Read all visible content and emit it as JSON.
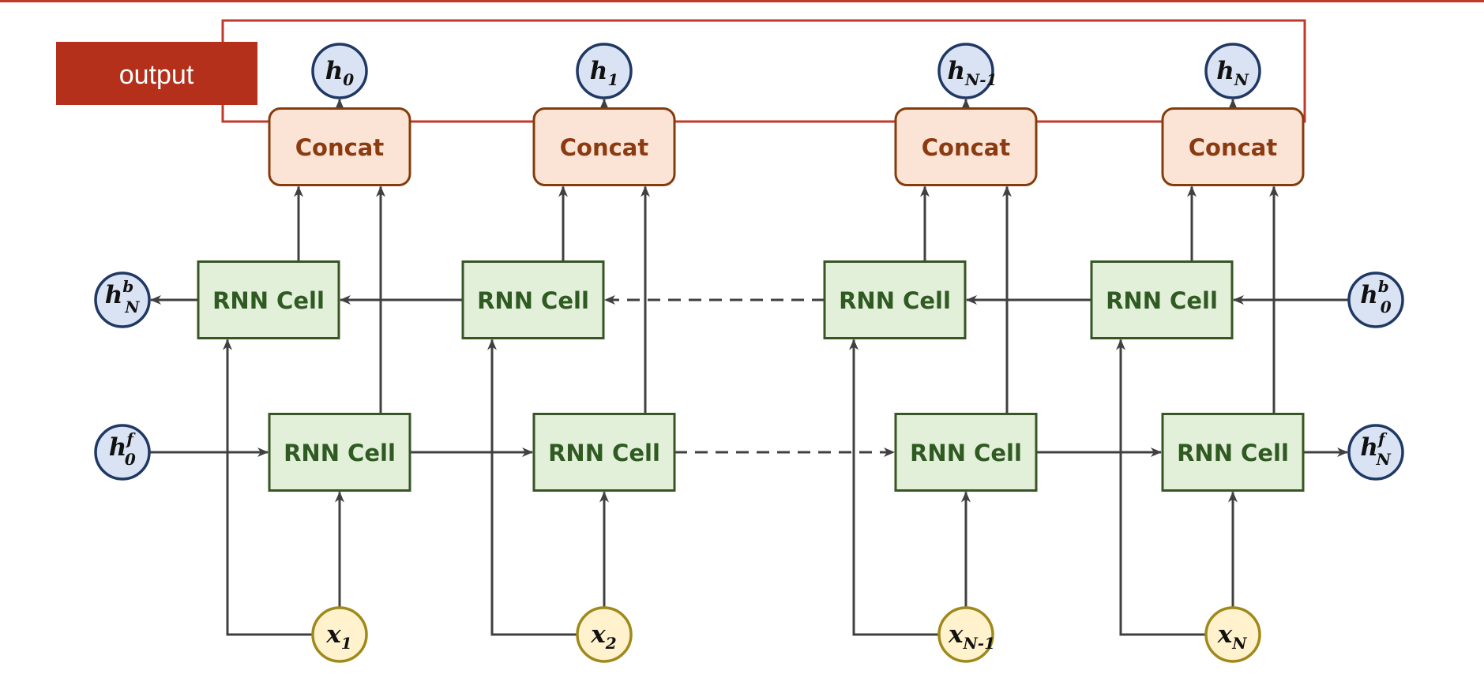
{
  "output_label": "output",
  "cell_label": "RNN Cell",
  "concat_label": "Concat",
  "outputs": [
    {
      "main": "h",
      "sub": "0"
    },
    {
      "main": "h",
      "sub": "1"
    },
    {
      "main": "h",
      "sub": "N-1"
    },
    {
      "main": "h",
      "sub": "N"
    }
  ],
  "inputs": [
    {
      "main": "x",
      "sub": "1"
    },
    {
      "main": "x",
      "sub": "2"
    },
    {
      "main": "x",
      "sub": "N-1"
    },
    {
      "main": "x",
      "sub": "N"
    }
  ],
  "states": {
    "backward_start": {
      "main": "h",
      "sup": "b",
      "sub": "0"
    },
    "backward_end": {
      "main": "h",
      "sup": "b",
      "sub": "N"
    },
    "forward_start": {
      "main": "h",
      "sup": "f",
      "sub": "0"
    },
    "forward_end": {
      "main": "h",
      "sup": "f",
      "sub": "N"
    }
  },
  "colors": {
    "top_rule": "#c0392b",
    "output_box_border": "#c0392b",
    "output_label_bg": "#b5301a",
    "cell_fill": "#e2efd9",
    "cell_border": "#375623",
    "cell_text": "#2f5a22",
    "concat_fill": "#fbe4d5",
    "concat_border": "#843c0c",
    "concat_text": "#8a3b12",
    "hidden_node_fill": "#dae3f3",
    "hidden_node_border": "#1f3864",
    "input_node_fill": "#fff2cc",
    "input_node_border": "#a0891b",
    "arrow": "#404040"
  }
}
